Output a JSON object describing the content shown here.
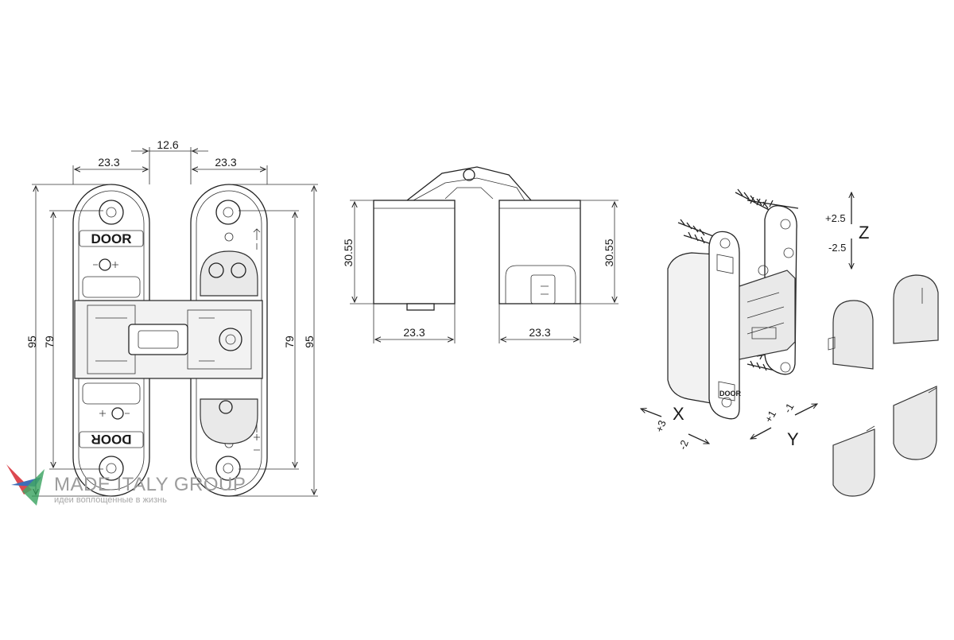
{
  "front_view": {
    "width_left": "23.3",
    "gap": "12.6",
    "width_right": "23.3",
    "height_total_left": "95",
    "height_inner_left": "79",
    "height_inner_right": "79",
    "height_total_right": "95",
    "logo_top": "DOOR",
    "logo_bottom": "DOOR"
  },
  "side_view": {
    "height_left": "30.55",
    "height_right": "30.55",
    "width_left": "23.3",
    "width_right": "23.3"
  },
  "adjustment": {
    "axis_x": "X",
    "axis_y": "Y",
    "axis_z": "Z",
    "x_plus": "+3",
    "x_minus": "-2",
    "y_plus": "+1",
    "y_minus": "-1",
    "z_plus": "+2.5",
    "z_minus": "-2.5"
  },
  "watermark": {
    "title": "MADE ITALY GROUP",
    "subtitle": "идеи воплощенные в жизнь"
  },
  "colors": {
    "line": "#222222",
    "watermark": "#9c9c9c",
    "logo_red": "#d9363e",
    "logo_blue": "#2a5fb0",
    "logo_green": "#2f9e57"
  }
}
